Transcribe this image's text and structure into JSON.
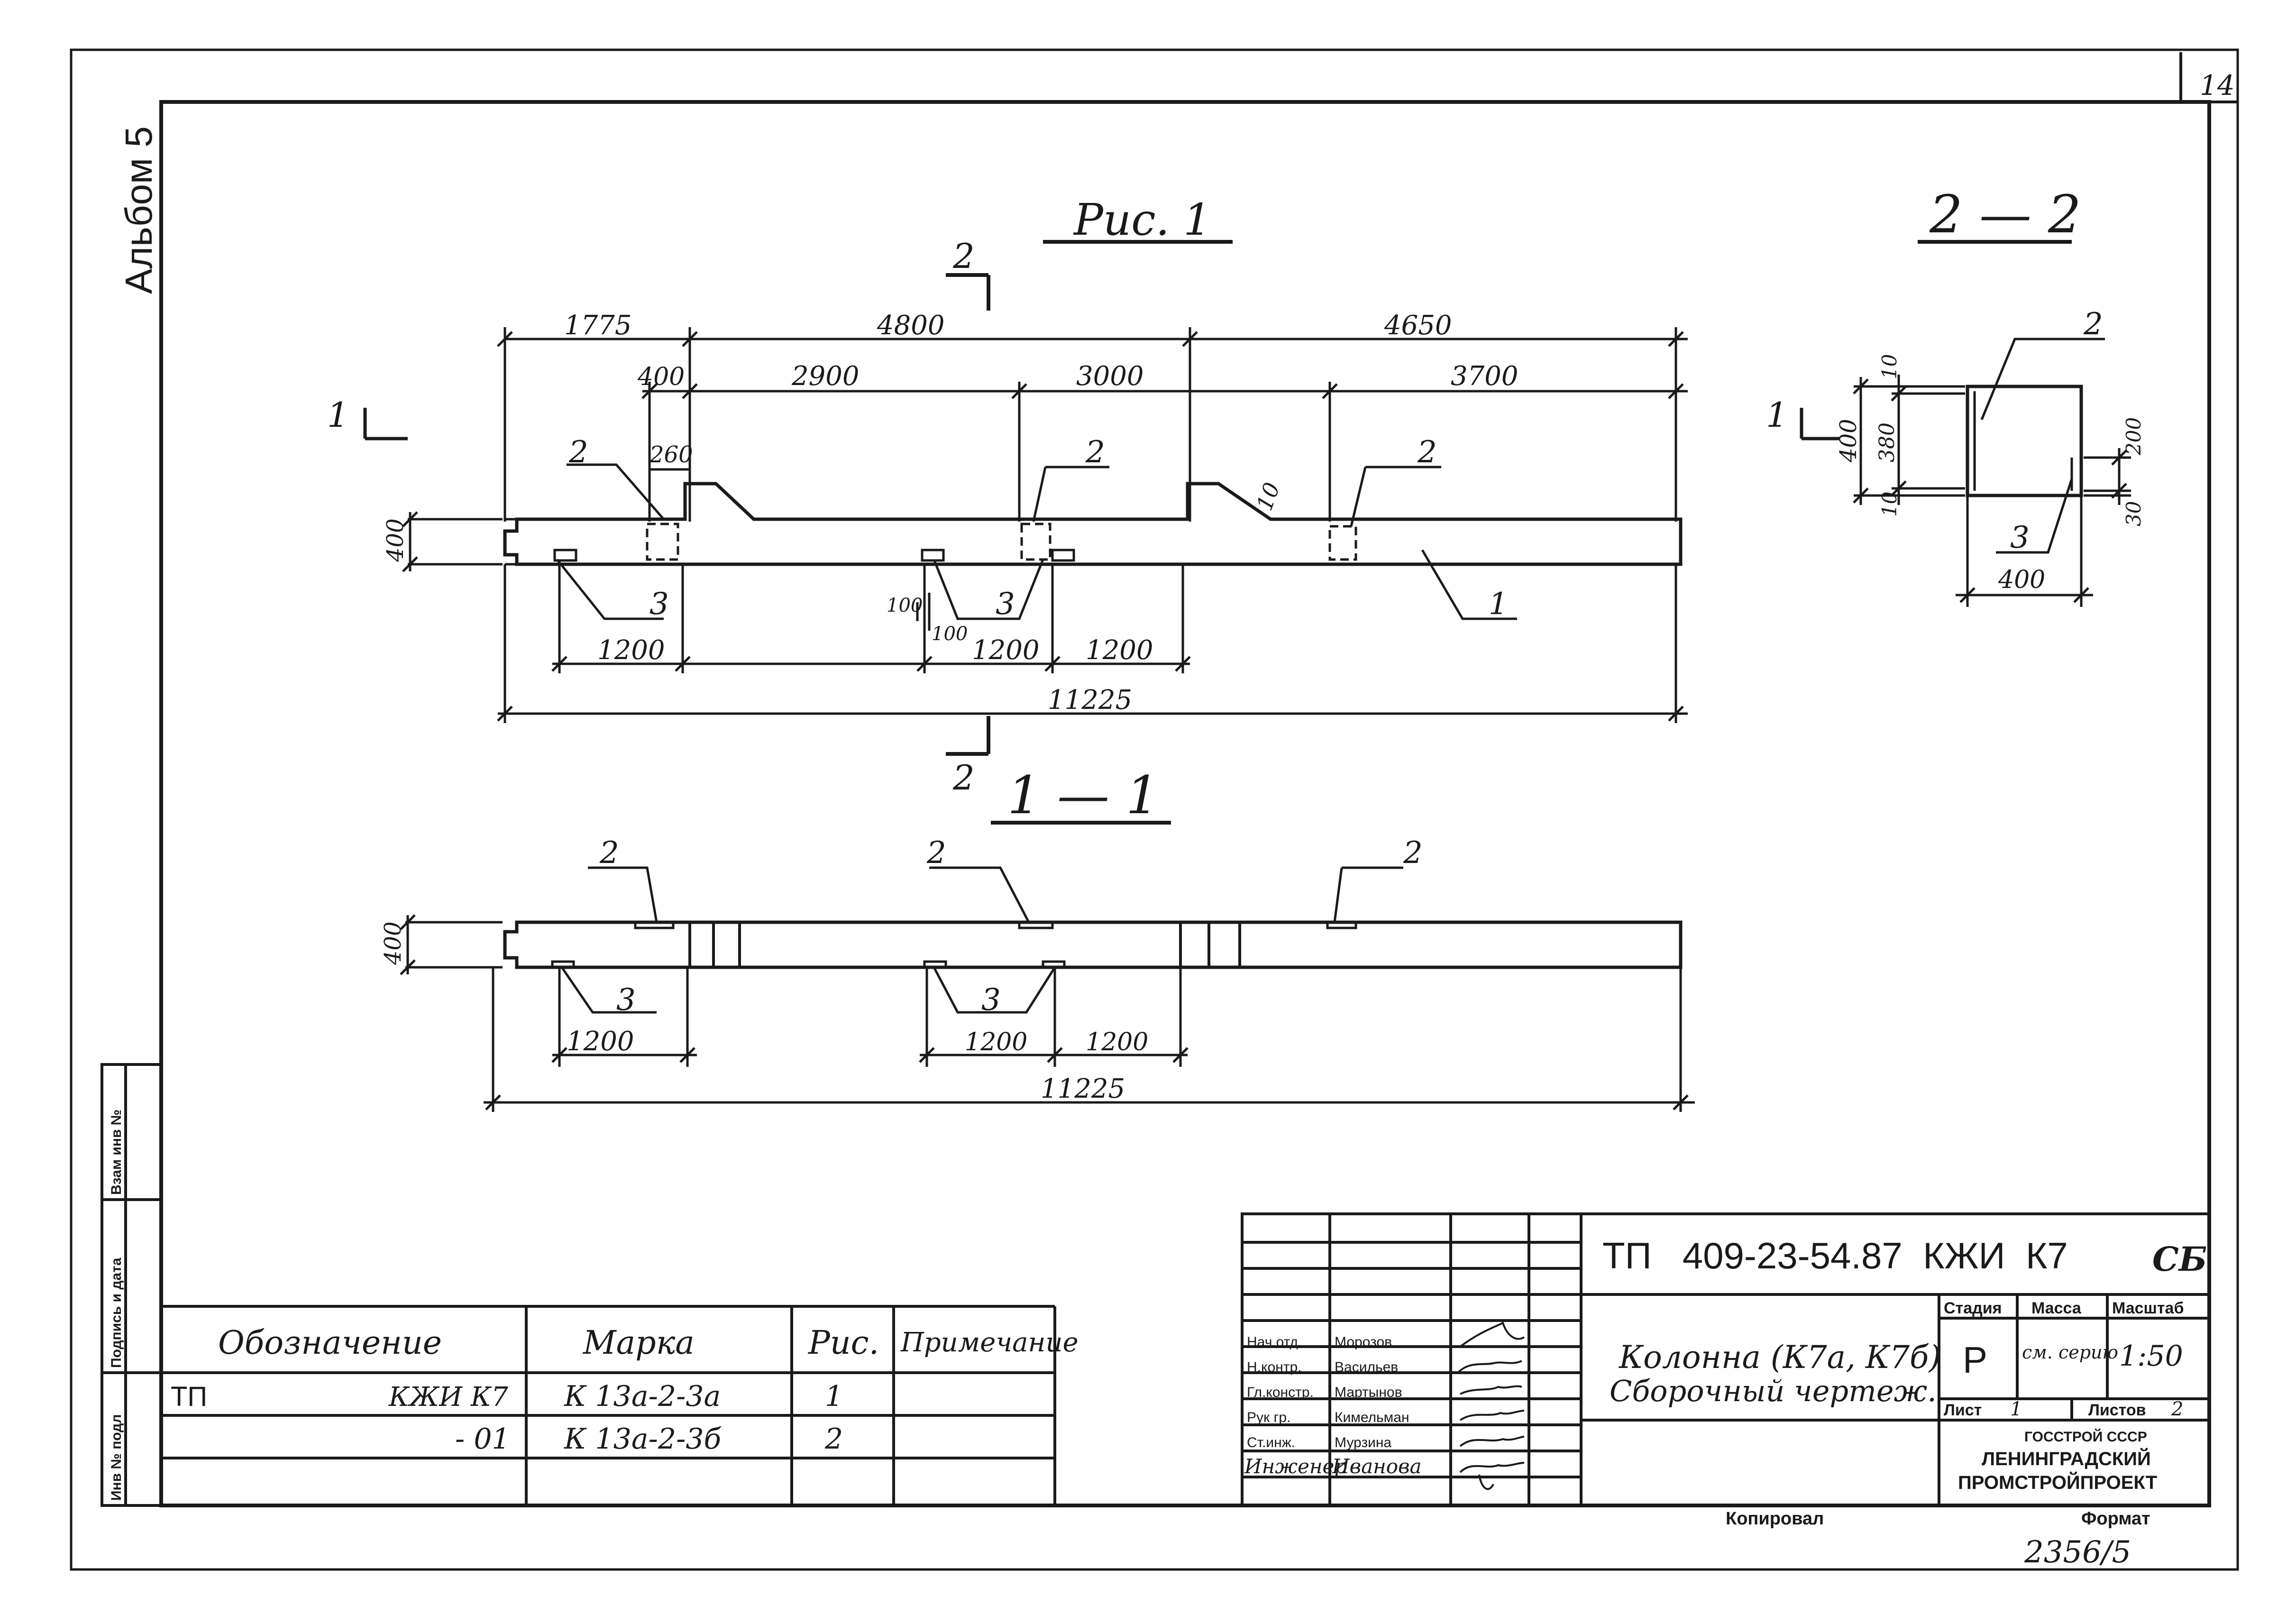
{
  "sheet": {
    "number": "14",
    "album": "Альбом 5",
    "bottom_number": "2356/5",
    "copied": "Копировал",
    "format": "Формат"
  },
  "figures": {
    "fig1_title": "Рис. 1",
    "section_11": "1 — 1",
    "section_22": "2 — 2",
    "cut_mark_2": "2",
    "cut_mark_1": "1"
  },
  "dims_fig1": {
    "top_1775": "1775",
    "top_4800": "4800",
    "top_4650": "4650",
    "d400": "400",
    "d2900": "2900",
    "d3000": "3000",
    "d3700": "3700",
    "d260": "260",
    "d10": "10",
    "h400": "400",
    "b1200a": "1200",
    "b1200b": "1200",
    "b1200c": "1200",
    "d100a": "100",
    "d100b": "100",
    "total": "11225"
  },
  "labels_fig1": {
    "pos2a": "2",
    "pos2b": "2",
    "pos2c": "2",
    "pos3a": "3",
    "pos3b": "3",
    "pos1": "1"
  },
  "dims_sec11": {
    "h400": "400",
    "b1200a": "1200",
    "b1200b": "1200",
    "b1200c": "1200",
    "total": "11225"
  },
  "labels_sec11": {
    "pos2a": "2",
    "pos2b": "2",
    "pos2c": "2",
    "pos3a": "3",
    "pos3b": "3"
  },
  "dims_sec22": {
    "d10a": "10",
    "d380": "380",
    "d10b": "10",
    "d400v": "400",
    "d200": "200",
    "d30": "30",
    "d400h": "400"
  },
  "labels_sec22": {
    "pos2": "2",
    "pos3": "3"
  },
  "spec_table": {
    "headers": [
      "Обозначение",
      "Марка",
      "Рис.",
      "Примечание"
    ],
    "rows": [
      {
        "prefix": "ТП",
        "designation": "КЖИ К7",
        "mark": "К 13а-2-3а",
        "fig": "1",
        "note": ""
      },
      {
        "prefix": "",
        "designation": "- 01",
        "mark": "К 13а-2-3б",
        "fig": "2",
        "note": ""
      }
    ]
  },
  "side_stamp": [
    "Инв № подл",
    "Подпись и дата",
    "Взам инв №"
  ],
  "title_block": {
    "code": "ТП   409-23-54.87  КЖИ  К7",
    "code_suffix": "СБ",
    "description_line1": "Колонна (К7а, К7б)",
    "description_line2": "Сборочный чертеж.",
    "stage_header": "Стадия",
    "mass_header": "Масса",
    "scale_header": "Масштаб",
    "stage": "Р",
    "mass": "см. серию",
    "scale": "1:50",
    "sheet_label": "Лист",
    "sheet_value": "1",
    "sheets_label": "Листов",
    "sheets_value": "2",
    "org_line1": "ГОССТРОЙ СССР",
    "org_line2": "ЛЕНИНГРАДСКИЙ",
    "org_line3": "ПРОМСТРОЙПРОЕКТ",
    "roles": [
      {
        "role": "Нач.отд.",
        "name": "Морозов"
      },
      {
        "role": "Н.контр.",
        "name": "Васильев"
      },
      {
        "role": "Гл.констр.",
        "name": "Мартынов"
      },
      {
        "role": "Рук гр.",
        "name": "Кимельман"
      },
      {
        "role": "Ст.инж.",
        "name": "Мурзина"
      },
      {
        "role": "Инженер",
        "name": "Иванова"
      }
    ]
  }
}
